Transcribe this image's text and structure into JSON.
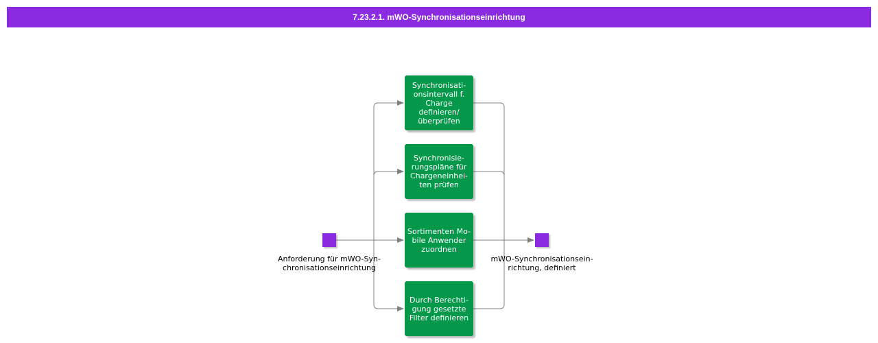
{
  "title": "7.23.2.1. mWO-Synchronisationseinrichtung",
  "colors": {
    "title_bar": "#8a2be2",
    "activity": "#05974a",
    "event": "#8a2be2",
    "connector": "#808080"
  },
  "start_event": {
    "label": "Anforderung für mWO-Syn-\nchronisationseinrichtung"
  },
  "end_event": {
    "label": "mWO-Synchronisationsein-\nrichtung, definiert"
  },
  "activities": [
    {
      "label": "Synchronisati-\nonsintervall f.\nCharge\ndefinieren/überprüfen"
    },
    {
      "label": "Synchronisie-\nrungspläne für\nChargeneinhei-\nten prüfen"
    },
    {
      "label": "Sortimenten Mo-\nbile Anwender\nzuordnen"
    },
    {
      "label": "Durch Berechti-\ngung gesetzte\nFilter definieren"
    }
  ]
}
